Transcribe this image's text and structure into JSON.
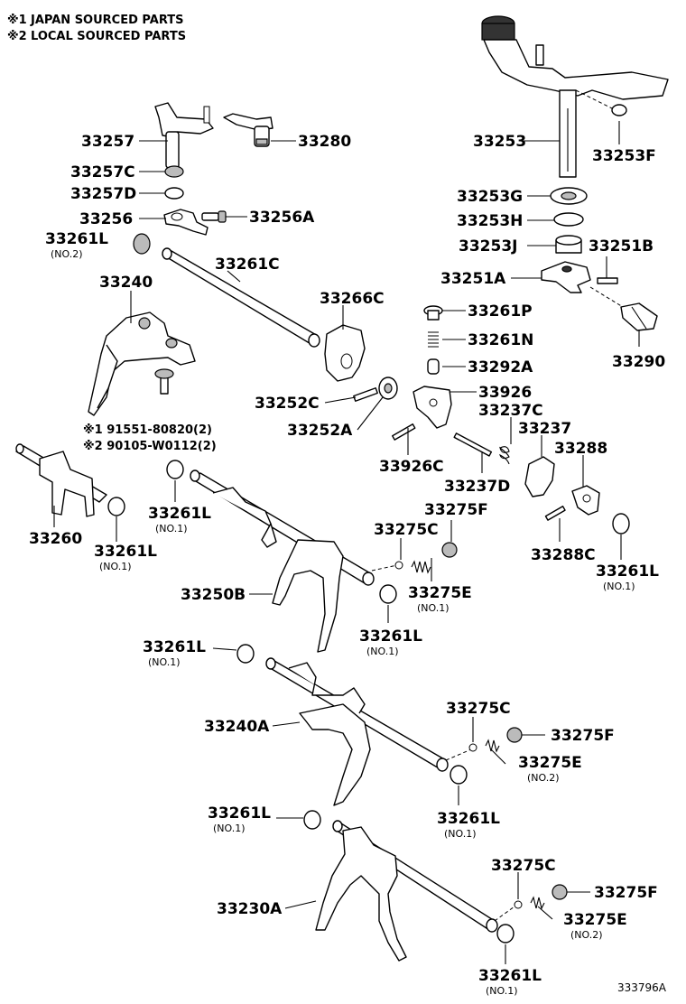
{
  "notes": [
    {
      "mark": "※1",
      "text": "JAPAN SOURCED PARTS"
    },
    {
      "mark": "※2",
      "text": "LOCAL SOURCED PARTS"
    }
  ],
  "figure_id": "333796A",
  "labels": {
    "p33257": "33257",
    "p33280": "33280",
    "p33257C": "33257C",
    "p33257D": "33257D",
    "p33256": "33256",
    "p33256A": "33256A",
    "p33261L_top": "33261L",
    "p33261L_top_sub": "(NO.2)",
    "p33261C": "33261C",
    "p33240": "33240",
    "p33266C": "33266C",
    "p33252C": "33252C",
    "p33252A": "33252A",
    "p91551": "※1  91551-80820(2)",
    "p90105": "※2  90105-W0112(2)",
    "p33253": "33253",
    "p33253F": "33253F",
    "p33253G": "33253G",
    "p33253H": "33253H",
    "p33253J": "33253J",
    "p33251B": "33251B",
    "p33251A": "33251A",
    "p33261P": "33261P",
    "p33261N": "33261N",
    "p33292A": "33292A",
    "p33290": "33290",
    "p33926": "33926",
    "p33237C": "33237C",
    "p33237": "33237",
    "p33288": "33288",
    "p33926C": "33926C",
    "p33237D": "33237D",
    "p33288C": "33288C",
    "p33261L_r1": "33261L",
    "p33261L_r1_sub": "(NO.1)",
    "p33260": "33260",
    "p33261L_l1": "33261L",
    "p33261L_l1_sub": "(NO.1)",
    "p33261L_l2": "33261L",
    "p33261L_l2_sub": "(NO.1)",
    "p33275F_a": "33275F",
    "p33275C_a": "33275C",
    "p33275E_a": "33275E",
    "p33275E_a_sub": "(NO.1)",
    "p33250B": "33250B",
    "p33261L_m1": "33261L",
    "p33261L_m1_sub": "(NO.1)",
    "p33261L_m2": "33261L",
    "p33261L_m2_sub": "(NO.1)",
    "p33240A": "33240A",
    "p33275C_b": "33275C",
    "p33275F_b": "33275F",
    "p33275E_b": "33275E",
    "p33275E_b_sub": "(NO.2)",
    "p33261L_m3": "33261L",
    "p33261L_m3_sub": "(NO.1)",
    "p33261L_m4": "33261L",
    "p33261L_m4_sub": "(NO.1)",
    "p33230A": "33230A",
    "p33275C_c": "33275C",
    "p33275F_c": "33275F",
    "p33275E_c": "33275E",
    "p33275E_c_sub": "(NO.2)",
    "p33261L_b": "33261L",
    "p33261L_b_sub": "(NO.1)"
  }
}
